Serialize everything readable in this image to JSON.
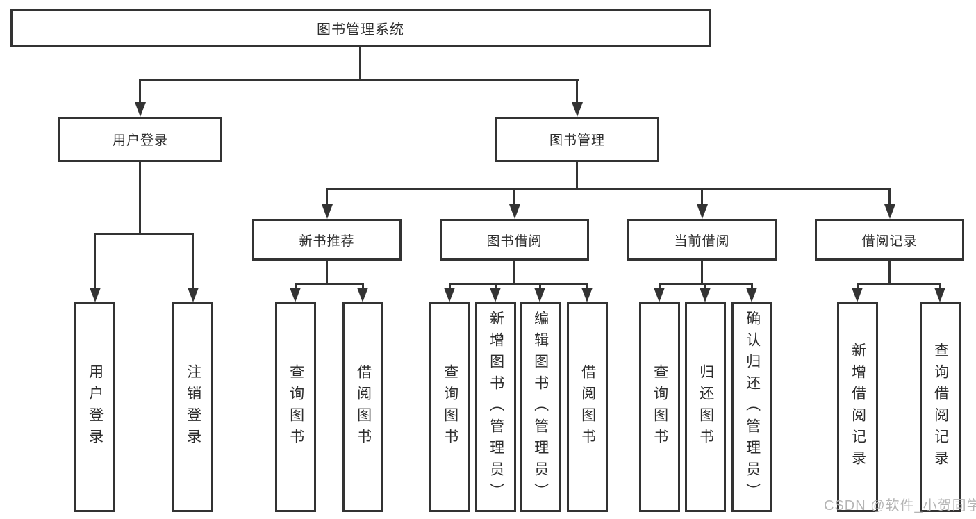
{
  "tree": {
    "root": "图书管理系统",
    "user_login": {
      "label": "用户登录",
      "children": [
        "用户登录",
        "注销登录"
      ]
    },
    "book_mgmt": {
      "label": "图书管理",
      "sections": [
        {
          "label": "新书推荐",
          "children": [
            "查询图书",
            "借阅图书"
          ]
        },
        {
          "label": "图书借阅",
          "children": [
            "查询图书",
            "新增图书（管理员）",
            "编辑图书（管理员）",
            "借阅图书"
          ]
        },
        {
          "label": "当前借阅",
          "children": [
            "查询图书",
            "归还图书",
            "确认归还（管理员）"
          ]
        },
        {
          "label": "借阅记录",
          "children": [
            "新增借阅记录",
            "查询借阅记录"
          ]
        }
      ]
    }
  },
  "watermark": "CSDN @软件_小贺同学",
  "colors": {
    "line": "#333333",
    "text": "#2d2d2d",
    "watermark": "#b5b5b5",
    "background": "#ffffff"
  }
}
